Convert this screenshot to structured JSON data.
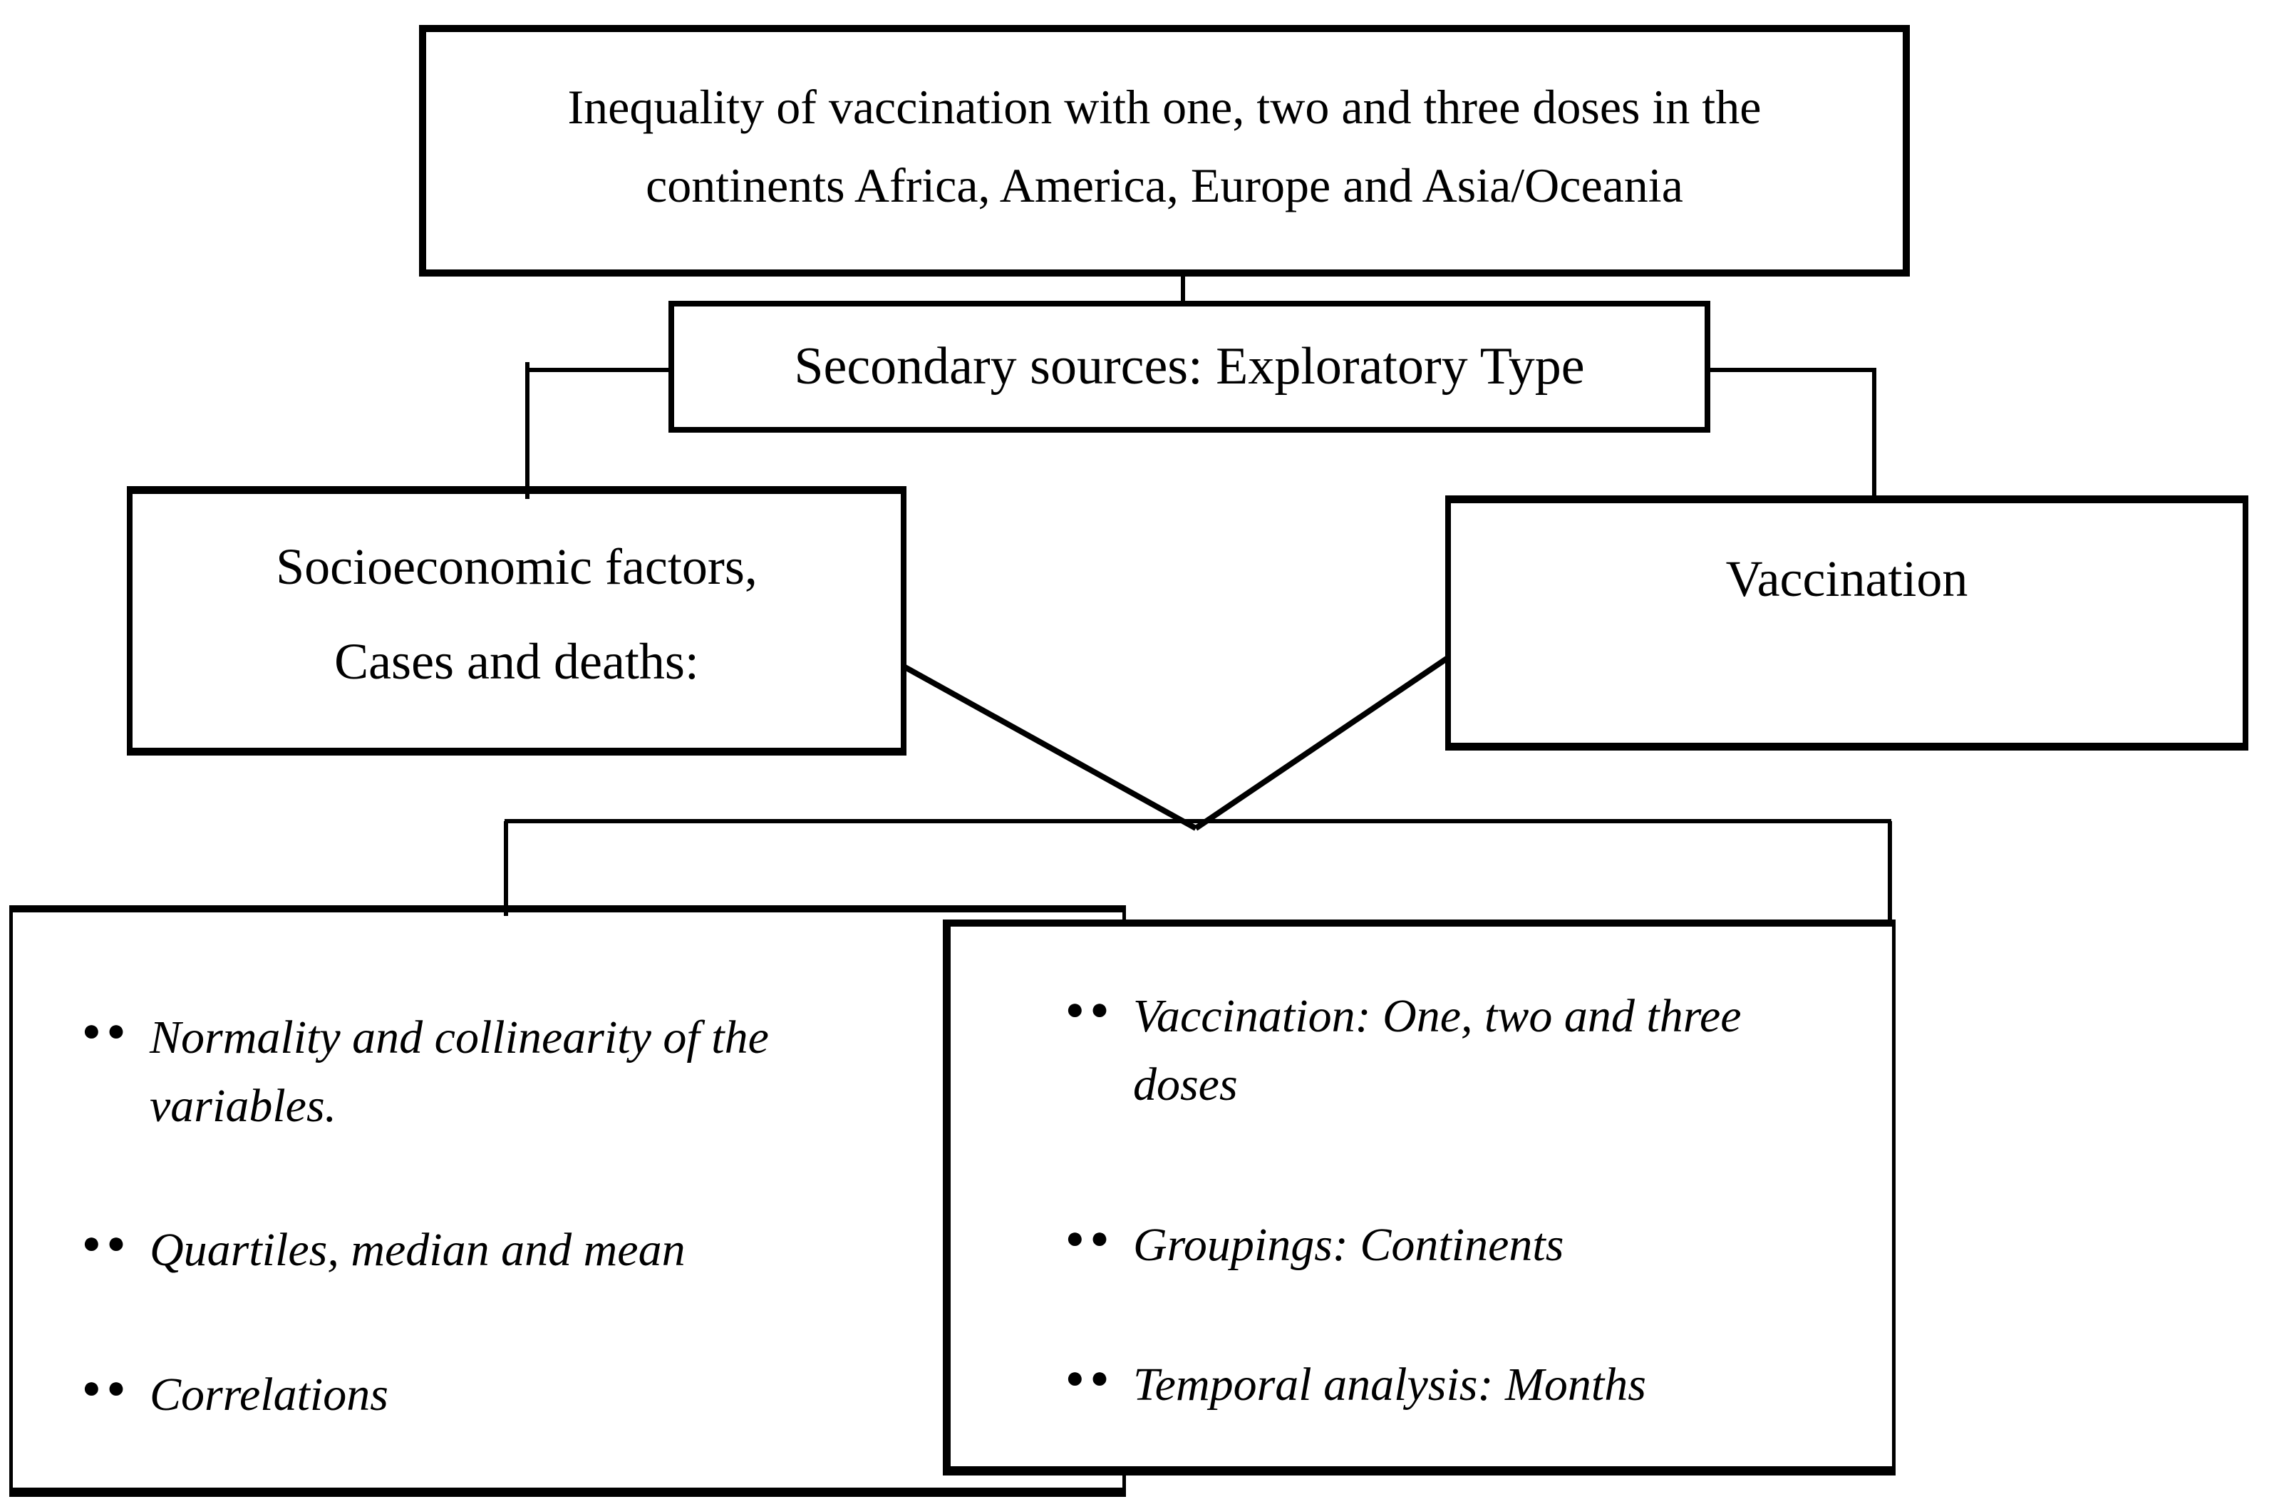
{
  "diagram": {
    "bullet_glyph": "●●",
    "title_box": {
      "line1": "Inequality of vaccination with one, two and three doses in the",
      "line2": "continents Africa, America, Europe and Asia/Oceania"
    },
    "method_box": {
      "label": "Secondary sources: Exploratory Type"
    },
    "socio_box": {
      "line1": "Socioeconomic factors,",
      "line2": "Cases and deaths:"
    },
    "vaccination_box": {
      "label": "Vaccination"
    },
    "left_analysis_list": {
      "items": [
        "Normality and collinearity of the variables.",
        "Quartiles, median and mean",
        "Correlations"
      ]
    },
    "right_analysis_list": {
      "items": [
        "Vaccination: One, two and three doses",
        "Groupings: Continents",
        "Temporal analysis: Months"
      ]
    },
    "colors": {
      "line": "#000000",
      "background": "#ffffff",
      "text": "#000000"
    }
  }
}
